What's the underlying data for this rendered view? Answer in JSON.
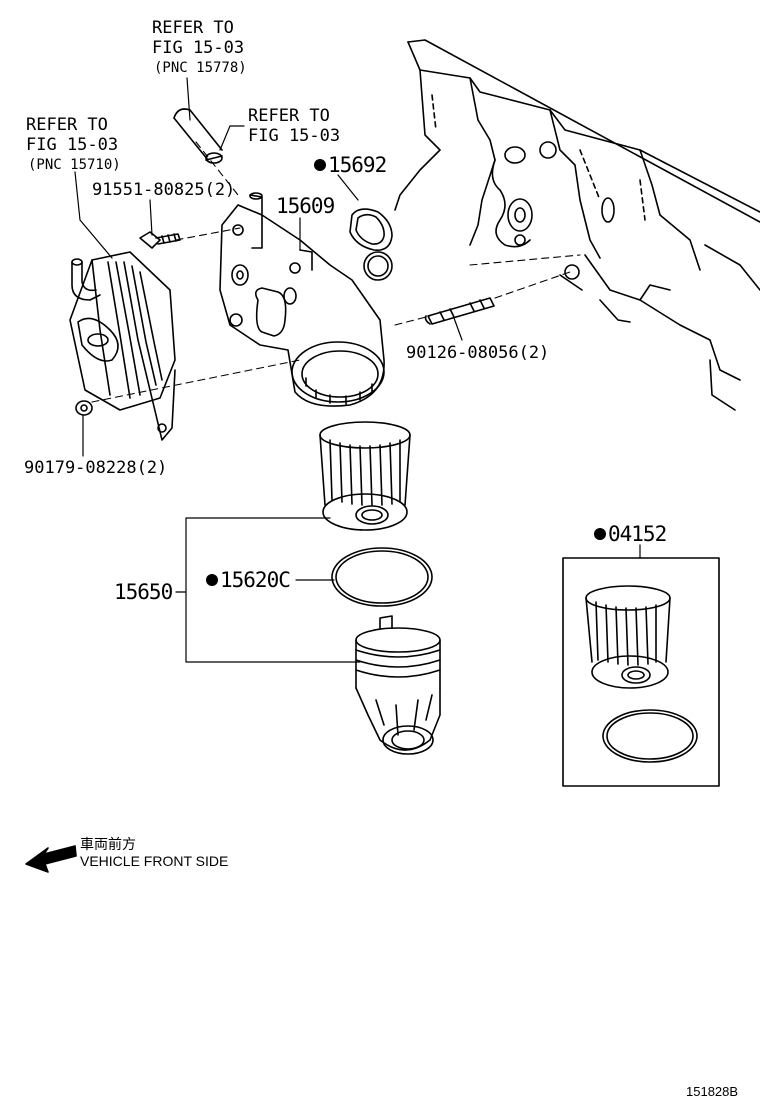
{
  "callouts": {
    "ref_top": {
      "line1": "REFER TO",
      "line2": "FIG 15-03",
      "line3": "(PNC 15778)"
    },
    "ref_left": {
      "line1": "REFER TO",
      "line2": "FIG 15-03",
      "line3": "(PNC 15710)"
    },
    "ref_mid": {
      "line1": "REFER TO",
      "line2": "FIG 15-03"
    }
  },
  "parts": {
    "bolt": "91551-80825(2)",
    "housing": "15609",
    "gasket": "15692",
    "stud": "90126-08056(2)",
    "nut": "90179-08228(2)",
    "filter_assembly": "15650",
    "o_ring": "15620C",
    "filter_element_kit": "04152"
  },
  "direction": {
    "japanese": "車両前方",
    "english": "VEHICLE FRONT SIDE"
  },
  "figure_id": "151828B"
}
